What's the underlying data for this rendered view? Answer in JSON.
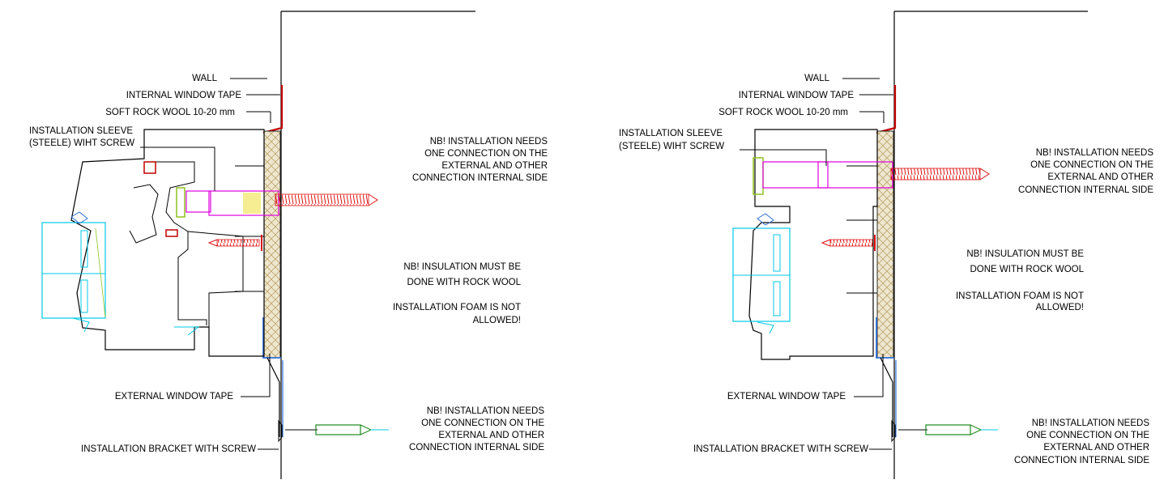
{
  "palette": {
    "line": "#000000",
    "tape_internal": "#c00000",
    "tape_external": "#2e6fd6",
    "rockwool_fill": "#eee6cf",
    "rockwool_hatch": "#b39a5a",
    "screw": "#e01010",
    "sleeve": "#e000e0",
    "glazing": "#00c8e8",
    "gasket": "#8fc21f",
    "anchor": "#1a8a1a",
    "yellow": "#f0e14a"
  },
  "details": [
    {
      "labels": {
        "wall": "WALL",
        "internal_tape": "INTERNAL WINDOW TAPE",
        "rock_wool": "SOFT ROCK WOOL 10-20 mm",
        "sleeve": [
          "INSTALLATION SLEEVE",
          "(STEELE) WIHT SCREW"
        ],
        "external_tape": "EXTERNAL WINDOW TAPE",
        "bracket": "INSTALLATION BRACKET WITH SCREW"
      },
      "notes": {
        "connection_top": [
          "NB! INSTALLATION NEEDS",
          "ONE CONNECTION ON THE",
          "EXTERNAL AND OTHER",
          "CONNECTION INTERNAL SIDE"
        ],
        "insulation": [
          "NB! INSULATION MUST BE",
          "DONE WITH ROCK WOOL"
        ],
        "foam": [
          "INSTALLATION FOAM IS NOT",
          "ALLOWED!"
        ],
        "connection_bottom": [
          "NB! INSTALLATION NEEDS",
          "ONE CONNECTION ON THE",
          "EXTERNAL AND OTHER",
          "CONNECTION INTERNAL SIDE"
        ]
      }
    },
    {
      "labels": {
        "wall": "WALL",
        "internal_tape": "INTERNAL WINDOW TAPE",
        "rock_wool": "SOFT ROCK WOOL 10-20 mm",
        "sleeve": [
          "INSTALLATION SLEEVE",
          "(STEELE) WIHT SCREW"
        ],
        "external_tape": "EXTERNAL WINDOW TAPE",
        "bracket": "INSTALLATION BRACKET WITH SCREW"
      },
      "notes": {
        "connection_top": [
          "NB! INSTALLATION NEEDS",
          "ONE CONNECTION ON THE",
          "EXTERNAL AND OTHER",
          "CONNECTION INTERNAL SIDE"
        ],
        "insulation": [
          "NB! INSULATION MUST BE",
          "DONE WITH ROCK WOOL"
        ],
        "foam": [
          "INSTALLATION FOAM IS NOT",
          "ALLOWED!"
        ],
        "connection_bottom": [
          "NB! INSTALLATION NEEDS",
          "ONE CONNECTION ON THE",
          "EXTERNAL AND OTHER",
          "CONNECTION INTERNAL SIDE"
        ]
      }
    }
  ]
}
